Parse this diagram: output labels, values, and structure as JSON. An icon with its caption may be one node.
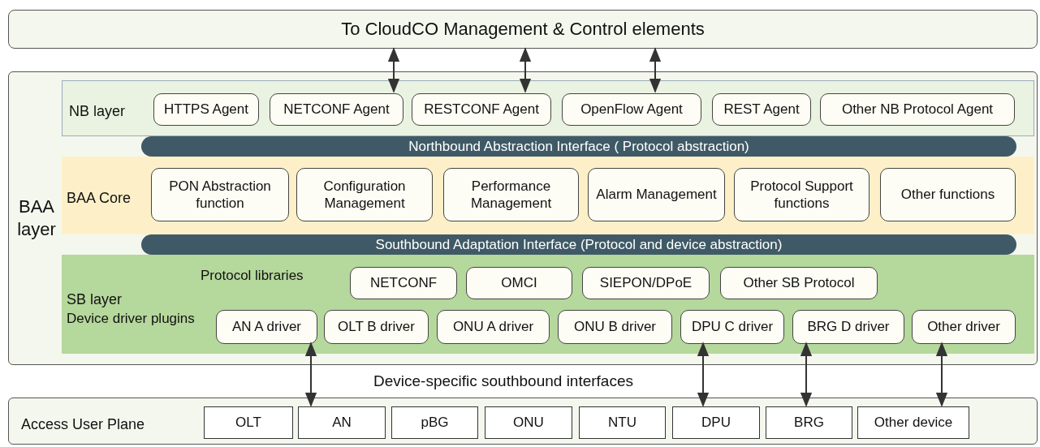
{
  "diagram": {
    "nodes": [
      {
        "text": [
          "To CloudCO Management & Control elements"
        ]
      },
      {
        "text": [
          "BAA layer"
        ]
      },
      {
        "text": [
          "NB layer"
        ],
        "in": 1
      },
      {
        "text": [
          "HTTPS Agent"
        ],
        "in": 2
      },
      {
        "text": [
          "NETCONF Agent"
        ],
        "in": 2
      },
      {
        "text": [
          "RESTCONF Agent"
        ],
        "in": 2
      },
      {
        "text": [
          "OpenFlow Agent"
        ],
        "in": 2
      },
      {
        "text": [
          "REST Agent"
        ],
        "in": 2
      },
      {
        "text": [
          "Other NB Protocol Agent"
        ],
        "in": 2
      },
      {
        "text": [
          "Northbound Abstraction Interface ( Protocol abstraction)"
        ],
        "in": 1
      },
      {
        "text": [
          "BAA Core"
        ],
        "in": 1
      },
      {
        "text": [
          "PON Abstraction function"
        ],
        "in": 10
      },
      {
        "text": [
          "Configuration Management"
        ],
        "in": 10
      },
      {
        "text": [
          "Performance Management"
        ],
        "in": 10
      },
      {
        "text": [
          "Alarm Management"
        ],
        "in": 10
      },
      {
        "text": [
          "Protocol Support functions"
        ],
        "in": 10
      },
      {
        "text": [
          "Other functions"
        ],
        "in": 10
      },
      {
        "text": [
          "Southbound Adaptation Interface (Protocol and device abstraction)"
        ],
        "in": 1
      },
      {
        "text": [
          "SB layer"
        ],
        "in": 1
      },
      {
        "text": [
          "NETCONF"
        ],
        "in": 18
      },
      {
        "text": [
          "OMCI"
        ],
        "in": 18
      },
      {
        "text": [
          "SIEPON/DPoE"
        ],
        "in": 18
      },
      {
        "text": [
          "Other SB Protocol"
        ],
        "in": 18
      },
      {
        "text": [
          "AN A driver"
        ],
        "in": 18
      },
      {
        "text": [
          "OLT B driver"
        ],
        "in": 18
      },
      {
        "text": [
          "ONU A driver"
        ],
        "in": 18
      },
      {
        "text": [
          "ONU B driver"
        ],
        "in": 18
      },
      {
        "text": [
          "DPU C driver"
        ],
        "in": 18
      },
      {
        "text": [
          "BRG D driver"
        ],
        "in": 18
      },
      {
        "text": [
          "Other driver"
        ],
        "in": 18
      },
      {
        "text": [
          "Access User Plane"
        ]
      },
      {
        "text": [
          "OLT"
        ],
        "in": 30
      },
      {
        "text": [
          "AN"
        ],
        "in": 30
      },
      {
        "text": [
          "pBG"
        ],
        "in": 30
      },
      {
        "text": [
          "ONU"
        ],
        "in": 30
      },
      {
        "text": [
          "NTU"
        ],
        "in": 30
      },
      {
        "text": [
          "DPU"
        ],
        "in": 30
      },
      {
        "text": [
          "BRG"
        ],
        "in": 30
      },
      {
        "text": [
          "Other device"
        ],
        "in": 30
      }
    ],
    "edges": [
      {
        "from": 0,
        "to": 4,
        "arrow": "both"
      },
      {
        "from": 0,
        "to": 5,
        "arrow": "both"
      },
      {
        "from": 0,
        "to": 6,
        "arrow": "both"
      },
      {
        "from": 23,
        "to": 32,
        "arrow": "both"
      },
      {
        "from": 27,
        "to": 36,
        "arrow": "both"
      },
      {
        "from": 28,
        "to": 37,
        "arrow": "both"
      },
      {
        "from": 29,
        "to": 38,
        "arrow": "both"
      }
    ],
    "labels": [
      "Protocol libraries",
      "Device driver plugins",
      "Device-specific southbound interfaces"
    ]
  }
}
